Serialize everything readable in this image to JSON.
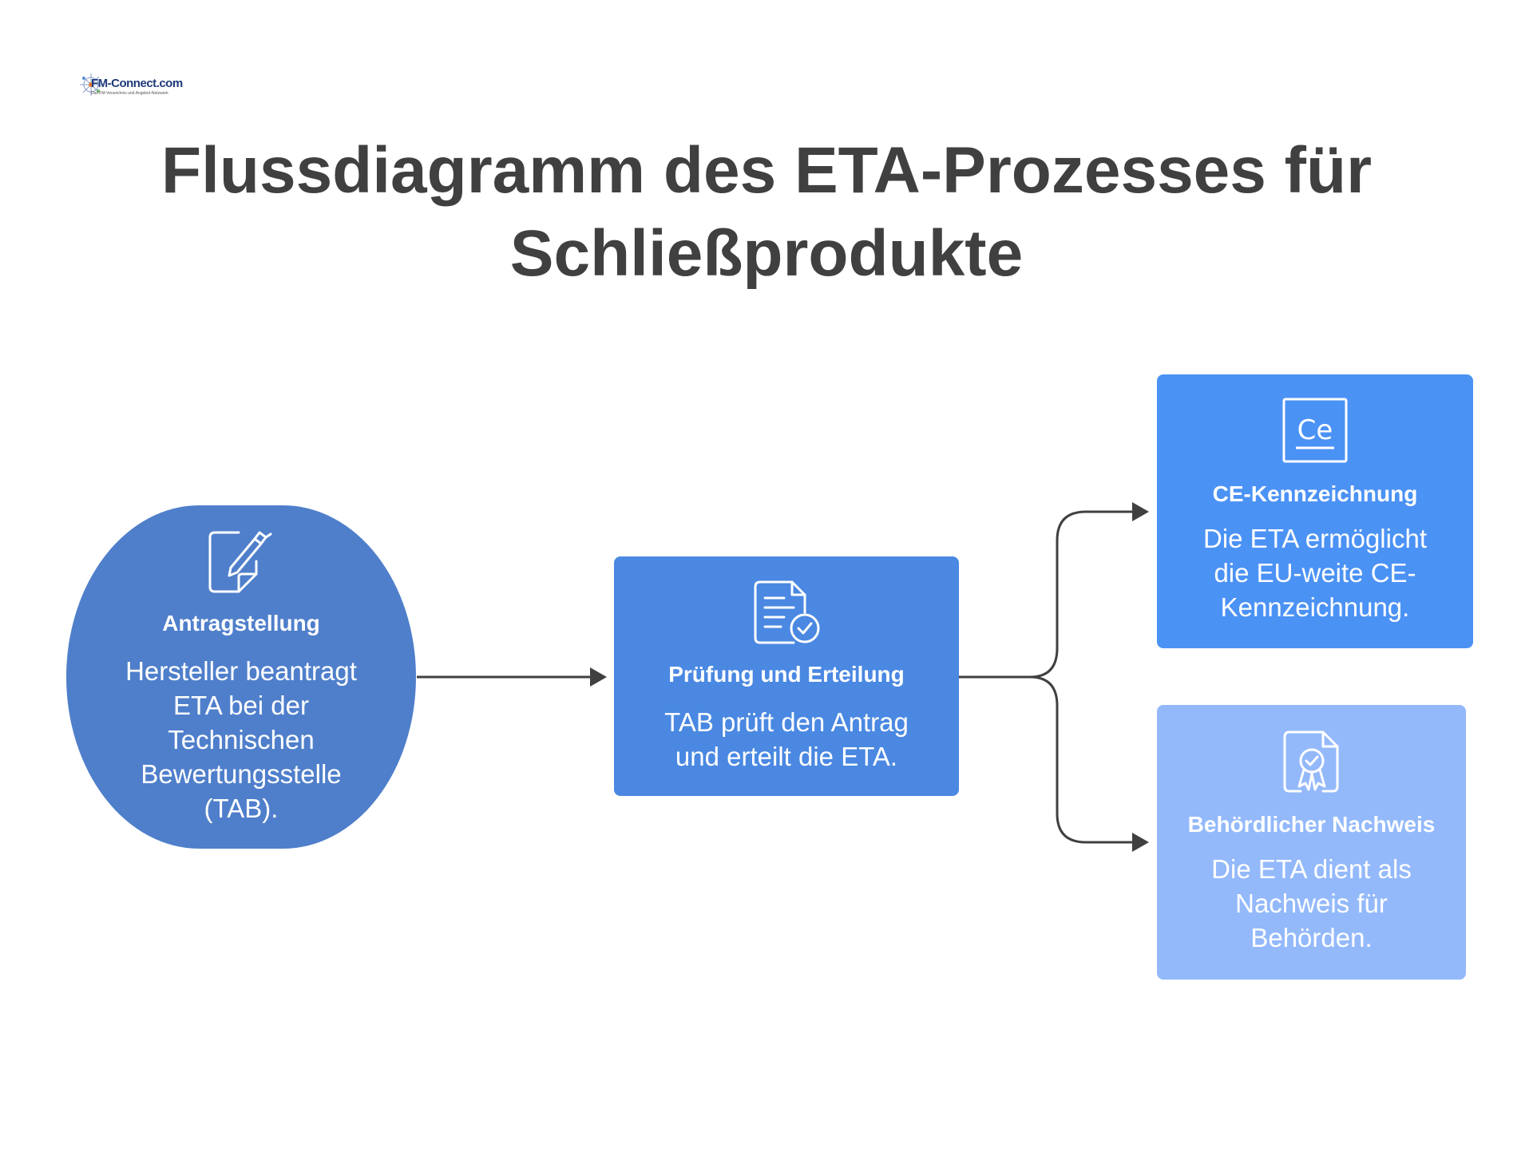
{
  "logo": {
    "text": "FM-Connect.com",
    "subtext": "Das FM-Verzeichnis und Angebot-Netzwerk"
  },
  "title": {
    "line1": "Flussdiagramm des ETA-Prozesses für",
    "line2": "Schließprodukte"
  },
  "nodes": [
    {
      "icon": "edit-document-icon",
      "title": "Antragstellung",
      "lines": [
        "Hersteller beantragt",
        "ETA bei der",
        "Technischen",
        "Bewertungsstelle",
        "(TAB)."
      ]
    },
    {
      "icon": "document-check-icon",
      "title": "Prüfung und Erteilung",
      "lines": [
        "TAB prüft den Antrag",
        "und erteilt die ETA."
      ]
    },
    {
      "icon": "ce-mark-icon",
      "icon_text": "Ce",
      "title": "CE-Kennzeichnung",
      "lines": [
        "Die ETA ermöglicht",
        "die EU-weite CE-",
        "Kennzeichnung."
      ]
    },
    {
      "icon": "certificate-icon",
      "title": "Behördlicher Nachweis",
      "lines": [
        "Die ETA dient als",
        "Nachweis für",
        "Behörden."
      ]
    }
  ],
  "colors": {
    "title": "#404040",
    "node1": "#4f7fcb",
    "node2": "#4a88e2",
    "node3": "#4b92f5",
    "node4": "#93b9fb",
    "connector": "#404040"
  }
}
